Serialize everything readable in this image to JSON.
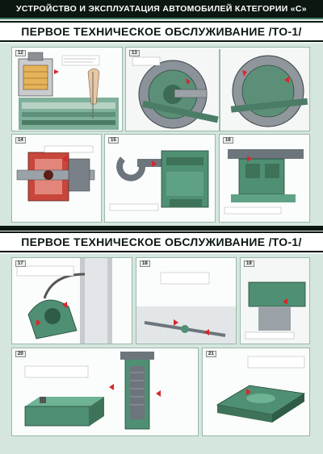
{
  "header": {
    "title": "УСТРОЙСТВО И ЭКСПЛУАТАЦИЯ АВТОМОБИЛЕЙ КАТЕГОРИИ «С»"
  },
  "sections": [
    {
      "title": "ПЕРВОЕ ТЕХНИЧЕСКОЕ ОБСЛУЖИВАНИЕ /ТО-1/"
    },
    {
      "title": "ПЕРВОЕ ТЕХНИЧЕСКОЕ ОБСЛУЖИВАНИЕ /ТО-1/"
    }
  ],
  "panels": {
    "p12": {
      "num": "12"
    },
    "p13": {
      "num": "13"
    },
    "p14": {
      "num": "14"
    },
    "p15": {
      "num": "15"
    },
    "p16": {
      "num": "16"
    },
    "p17": {
      "num": "17"
    },
    "p18": {
      "num": "18"
    },
    "p19": {
      "num": "19"
    },
    "p20": {
      "num": "20"
    },
    "p21": {
      "num": "21"
    }
  },
  "colors": {
    "frame_dark": "#0c1712",
    "machine_green": "#4f8f73",
    "accent_red": "#d8272d",
    "panel_bg": "#d4e6dd",
    "water_pump_red": "#c8463b"
  },
  "icons": [
    "oil-dipstick-icon",
    "brake-drum-icon",
    "water-pump-icon",
    "tow-hook-icon",
    "spring-bracket-icon",
    "air-filter-icon",
    "steering-link-icon",
    "fuel-tank-icon",
    "filter-element-icon",
    "fifth-wheel-icon"
  ]
}
